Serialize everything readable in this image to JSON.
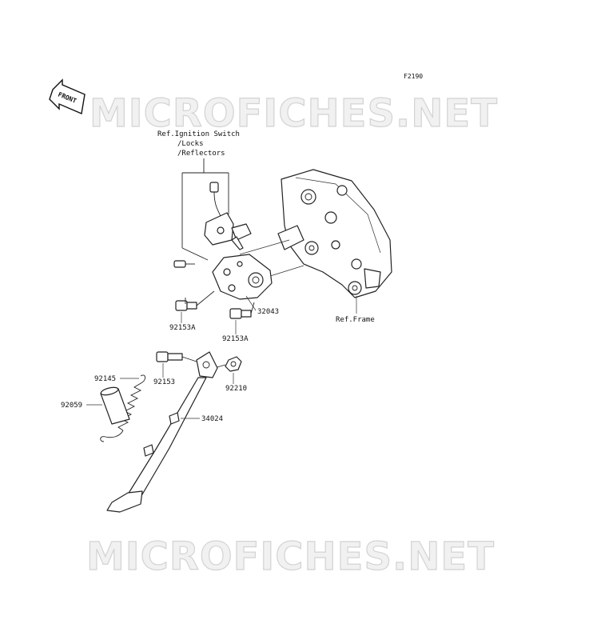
{
  "diagram": {
    "figure_code": "F2190",
    "front_label": "FRONT",
    "watermark_top": "MICROFICHES.NET",
    "watermark_bottom": "MICROFICHES.NET",
    "ref_ignition": {
      "line1": "Ref.Ignition Switch",
      "line2": "/Locks",
      "line3": "/Reflectors"
    },
    "ref_frame": "Ref.Frame",
    "parts": {
      "p32043": "32043",
      "p92153A_left": "92153A",
      "p92153A_right": "92153A",
      "p92153": "92153",
      "p92210": "92210",
      "p92145": "92145",
      "p92059": "92059",
      "p34024": "34024"
    }
  }
}
